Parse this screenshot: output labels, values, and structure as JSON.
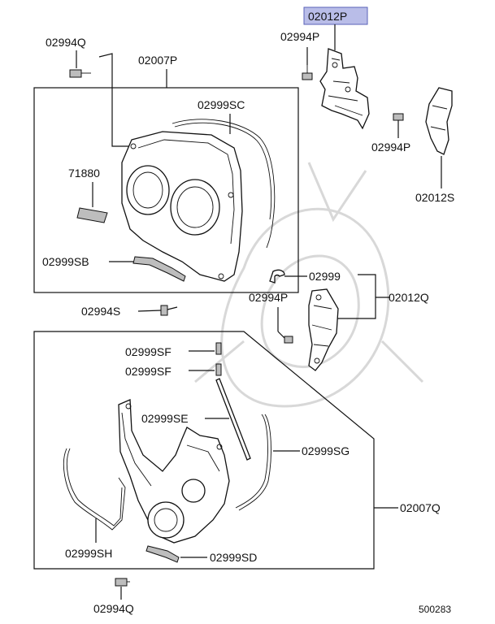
{
  "labels": {
    "p02012P": "02012P",
    "p02994P_top": "02994P",
    "p02994Q_top": "02994Q",
    "p02007P": "02007P",
    "p02999SC": "02999SC",
    "p71880": "71880",
    "p02994P_mid": "02994P",
    "p02012S": "02012S",
    "p02999SB": "02999SB",
    "p02999": "02999",
    "p02994P_low": "02994P",
    "p02012Q": "02012Q",
    "p02994S": "02994S",
    "p02999SF_1": "02999SF",
    "p02999SF_2": "02999SF",
    "p02999SE": "02999SE",
    "p02999SG": "02999SG",
    "p02007Q": "02007Q",
    "p02999SH": "02999SH",
    "p02999SD": "02999SD",
    "p02994Q_bottom": "02994Q"
  },
  "footer": {
    "code": "500283"
  },
  "colors": {
    "highlight": "#b9bde8",
    "line": "#111111"
  }
}
